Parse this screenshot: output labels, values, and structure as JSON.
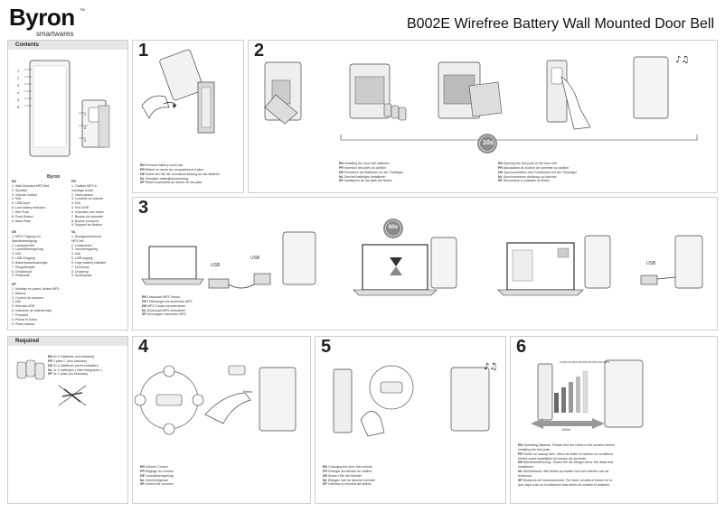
{
  "header": {
    "brand": "Byron",
    "brand_sub": "smartwares",
    "tm": "TM",
    "title": "B002E Wirefree Battery Wall Mounted Door Bell"
  },
  "contents": {
    "heading": "Contents",
    "callouts": [
      "1",
      "2",
      "3",
      "4",
      "5",
      "6",
      "7",
      "8",
      "9"
    ],
    "device_logo": "Byron",
    "lists": [
      {
        "code": "EN",
        "items": [
          "1. Wall Mounted MP3 Bell",
          "2. Speaker",
          "3. Volume control",
          "4. N/A",
          "5. USB input",
          "6. Low battery indicator",
          "7. Bell Push",
          "8. Push Button",
          "9. Back Plate"
        ]
      },
      {
        "code": "FR",
        "items": [
          "1. Carillon MP3 à",
          "   montage mural",
          "2. Haut parleur",
          "3. Contrôle du volume",
          "4. N/A",
          "5. Port USB",
          "6. Indication pile faible",
          "7. Bouton de sonnette",
          "8. Bouton poussoir",
          "9. Support de fixation"
        ]
      },
      {
        "code": "DE",
        "items": [
          "1. MP3-Türgong zur",
          "   Wandbefestigung",
          "2. Lautsprecher",
          "3. Lautstärkeregelung",
          "4. N/A",
          "5. USB-Eingang",
          "6. Batteriestandsanzeige",
          "7. Klingelknöpfe",
          "8. Druckknopf",
          "9. Rückseite"
        ]
      },
      {
        "code": "NL",
        "items": [
          "1. Muurgemonteerde",
          "   MP3-bel",
          "2. Luidspreker",
          "3. Volumeregeling",
          "4. N/A",
          "5. USB-ingang",
          "6. Lege batterij indicatie",
          "7. Deurknop",
          "8. Drukknop",
          "9. Achterplaat"
        ]
      },
      {
        "code": "SP",
        "items": [
          "1. Montaje en pared, timbre MP3",
          "2. Altavoz",
          "3. Control de volumen",
          "4. N/A",
          "5. Entrada USB",
          "6. Indicador de batería baja",
          "7. Pulsador",
          "8. Pulsar el botón",
          "9. Placa trasera"
        ]
      }
    ]
  },
  "required": {
    "heading": "Required",
    "lines": [
      {
        "code": "EN",
        "text": "3x C Batteries (not included)"
      },
      {
        "code": "FR",
        "text": "3 piles C (non incluses)"
      },
      {
        "code": "DE",
        "text": "3x C-Batterien (nicht enthalten)"
      },
      {
        "code": "NL",
        "text": "3x C batterijen ( Niet inbegrepen )"
      },
      {
        "code": "SP",
        "text": "3x C pilas (no incluidas)"
      }
    ]
  },
  "steps": {
    "s1": {
      "num": "1",
      "lines": [
        {
          "code": "EN",
          "text": "Remove battery cover tab"
        },
        {
          "code": "FR",
          "text": "Retirer le cache du compartiment à piles"
        },
        {
          "code": "DE",
          "text": "Entfernen Sie die Schutzvorrichtung an der Batterie"
        },
        {
          "code": "NL",
          "text": "Verwijder batterijbescherming"
        },
        {
          "code": "SP",
          "text": "Retire la pestaña de ahorro de las pilas"
        }
      ]
    },
    "s2": {
      "num": "2",
      "timer": "10s",
      "lines_left": [
        {
          "code": "EN",
          "text": "Installing the door bell batteries"
        },
        {
          "code": "FR",
          "text": "Insertion des piles du carillon"
        },
        {
          "code": "DE",
          "text": "Einsetzen der Batterien an der Türklingel"
        },
        {
          "code": "NL",
          "text": "Deurbel batterijen installeren"
        },
        {
          "code": "SP",
          "text": "Instalación de las pilas del timbre"
        }
      ],
      "lines_right": [
        {
          "code": "EN",
          "text": "Syncing the bell push to the door bell"
        },
        {
          "code": "FR",
          "text": "Association du bouton de sonnette au carillon"
        },
        {
          "code": "DE",
          "text": "Synchronisation des Funkfinders mit der Türklingel"
        },
        {
          "code": "NL",
          "text": "Synchroniseren drukknop op deurbel"
        },
        {
          "code": "SP",
          "text": "Sincronizar el pulsador al timbre"
        }
      ]
    },
    "s3": {
      "num": "3",
      "timer": "60s",
      "usb1": "USB",
      "usb2": "USB",
      "usb3": "USB",
      "lines": [
        {
          "code": "EN",
          "text": "Download MP3 Tracks"
        },
        {
          "code": "FR",
          "text": "Télécharger les sonneries MP3"
        },
        {
          "code": "DE",
          "text": "MP3-Tracks herunterladen"
        },
        {
          "code": "NL",
          "text": "Download MP3 melodieën"
        },
        {
          "code": "SP",
          "text": "Descargue canciones MP3"
        }
      ]
    },
    "s4": {
      "num": "4",
      "press": "Press",
      "lines": [
        {
          "code": "EN",
          "text": "Volume Control"
        },
        {
          "code": "FR",
          "text": "Réglage du volume"
        },
        {
          "code": "DE",
          "text": "Lautstärkeregelung"
        },
        {
          "code": "NL",
          "text": "Volumeregelaar"
        },
        {
          "code": "SP",
          "text": "Control de volumen"
        }
      ]
    },
    "s5": {
      "num": "5",
      "lines": [
        {
          "code": "EN",
          "text": "Changing the door bell melody"
        },
        {
          "code": "FR",
          "text": "Changer la mélodie du carillon"
        },
        {
          "code": "DE",
          "text": "Ändern Sie die Melodie"
        },
        {
          "code": "NL",
          "text": "Wijzigen van de deurbel melodie"
        },
        {
          "code": "SP",
          "text": "Cambiar la melodía del timbre"
        }
      ]
    },
    "s6": {
      "num": "6",
      "distance": "100m",
      "bars": [
        "0-10%",
        "40-60%",
        "80-90%",
        "80-90%",
        "90-100%"
      ],
      "lines": [
        {
          "code": "EN",
          "text": "Operating distance. Please test the chime in the location before"
        },
        {
          "code": "",
          "text": "installing the bell push."
        },
        {
          "code": "FR",
          "text": "Portée en champ libre. Merci de tester le carillon en conditions"
        },
        {
          "code": "",
          "text": "réelles avant installation du bouton de sonnette."
        },
        {
          "code": "DE",
          "text": "Betriebsentfernung. Testen Sie die Klingel bevor Sie diese fest"
        },
        {
          "code": "",
          "text": "installieren."
        },
        {
          "code": "NL",
          "text": "Werkafstand. Wel testen op locatie voor het indellen van de"
        },
        {
          "code": "",
          "text": "drukknop."
        },
        {
          "code": "SP",
          "text": "Distancia de funcionamiento. Por favor, prueba el timbre en la"
        },
        {
          "code": "",
          "text": "que vaya a ser su localización final antes de instalar el pulsador."
        }
      ]
    }
  },
  "colors": {
    "panel_head": "#e6e6e6",
    "border": "#cfcfcf",
    "ink": "#222222",
    "timer": "#8a8a8a"
  }
}
